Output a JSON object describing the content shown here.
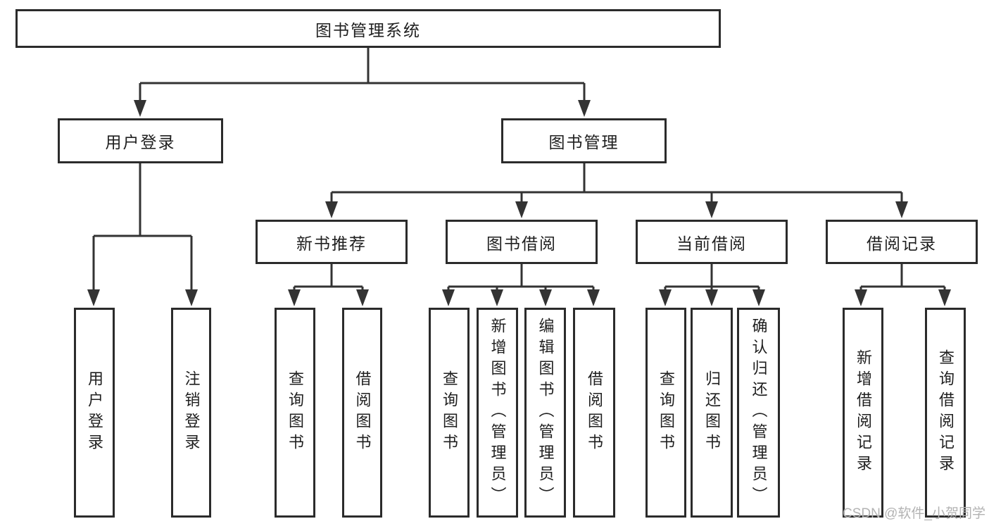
{
  "title": "图书管理系统",
  "tree": {
    "root": {
      "label": "图书管理系统",
      "children": [
        {
          "label": "用户登录",
          "children": [
            {
              "label": "用户登录"
            },
            {
              "label": "注销登录"
            }
          ]
        },
        {
          "label": "图书管理",
          "children": [
            {
              "label": "新书推荐",
              "children": [
                {
                  "label": "查询图书"
                },
                {
                  "label": "借阅图书"
                }
              ]
            },
            {
              "label": "图书借阅",
              "children": [
                {
                  "label": "查询图书"
                },
                {
                  "label": "新增图书（管理员）"
                },
                {
                  "label": "编辑图书（管理员）"
                },
                {
                  "label": "借阅图书"
                }
              ]
            },
            {
              "label": "当前借阅",
              "children": [
                {
                  "label": "查询图书"
                },
                {
                  "label": "归还图书"
                },
                {
                  "label": "确认归还（管理员）"
                }
              ]
            },
            {
              "label": "借阅记录",
              "children": [
                {
                  "label": "新增借阅记录"
                },
                {
                  "label": "查询借阅记录"
                }
              ]
            }
          ]
        }
      ]
    }
  },
  "watermark": {
    "text": "CSDN @软件_小贺同学"
  },
  "colors": {
    "line": "#333333",
    "box_border": "#2b2b2b",
    "text": "#1f1f1f",
    "watermark": "#b3b3b3",
    "background": "#ffffff"
  }
}
